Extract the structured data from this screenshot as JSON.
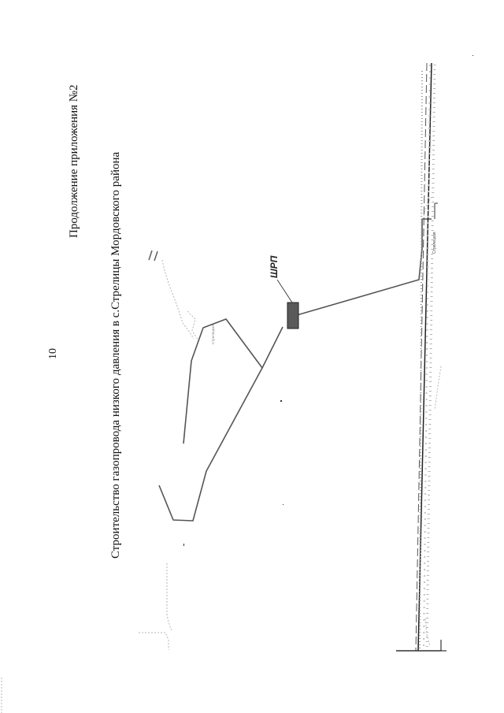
{
  "page": {
    "number": "10",
    "appendix_caption": "Продолжение приложения №2",
    "title": "Строительство газопровода низкого давления в с.Стрелицы Мордовского района"
  },
  "plan": {
    "grp_label": "ШРП",
    "street_label": "Стрелецкая",
    "colors": {
      "pipeline": "#555555",
      "grp_fill": "#5a5a5a",
      "boundary": "#aaaaaa",
      "road": "#222222"
    }
  }
}
